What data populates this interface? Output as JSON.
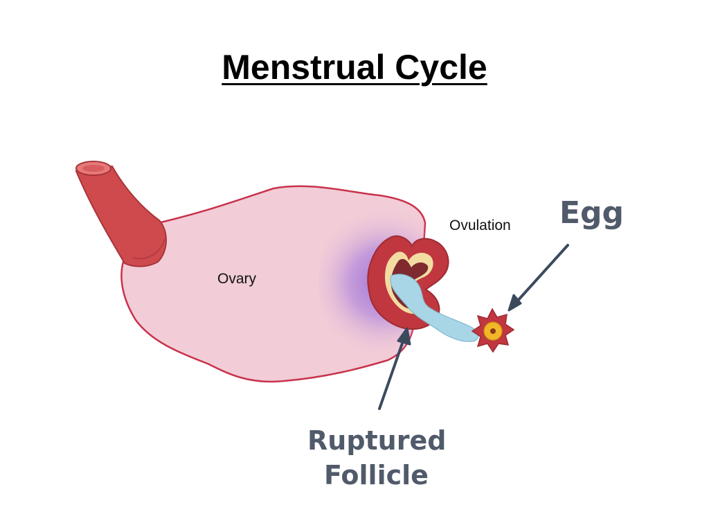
{
  "slide": {
    "title": "Menstrual Cycle"
  },
  "labels": {
    "ovary": "Ovary",
    "ovulation": "Ovulation",
    "egg": "Egg",
    "ruptured_follicle_line1": "Ruptured",
    "ruptured_follicle_line2": "Follicle"
  },
  "colors": {
    "ovary_fill": "#f2ccd7",
    "ovary_outline": "#c8324b",
    "tube_fill": "#cf4a4c",
    "tube_inner": "#e57a78",
    "follicle_red": "#c0373f",
    "follicle_dark": "#7e2a2f",
    "follicle_cream": "#f3dca2",
    "fluid_blue": "#a9d6e6",
    "glow_purple": "#a77fd6",
    "egg_yellow": "#f2b728",
    "arrow": "#3c4a5e",
    "label_gray": "#505a6a"
  }
}
